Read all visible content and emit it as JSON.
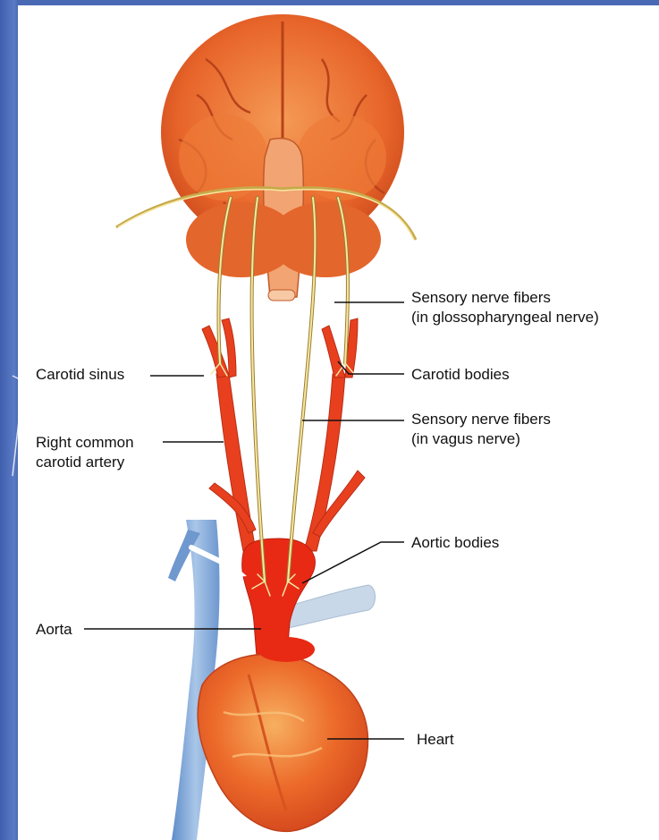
{
  "labels": {
    "sensory_glosso_line1": "Sensory nerve fibers",
    "sensory_glosso_line2": "(in glossopharyngeal nerve)",
    "carotid_sinus": "Carotid sinus",
    "carotid_bodies": "Carotid bodies",
    "sensory_vagus_line1": "Sensory nerve fibers",
    "sensory_vagus_line2": "(in vagus nerve)",
    "right_common_carotid_line1": "Right common",
    "right_common_carotid_line2": "carotid artery",
    "aortic_bodies": "Aortic bodies",
    "aorta": "Aorta",
    "heart": "Heart"
  },
  "colors": {
    "slide_background": "#4f6fb8",
    "figure_background": "#ffffff",
    "artery_red": "#e8401f",
    "tissue_orange": "#f0782e",
    "nerve_yellow": "#f6e7a4",
    "vein_blue": "#7fa7d6",
    "leader_line": "#111111",
    "pointer_arrow": "#ffffff"
  }
}
